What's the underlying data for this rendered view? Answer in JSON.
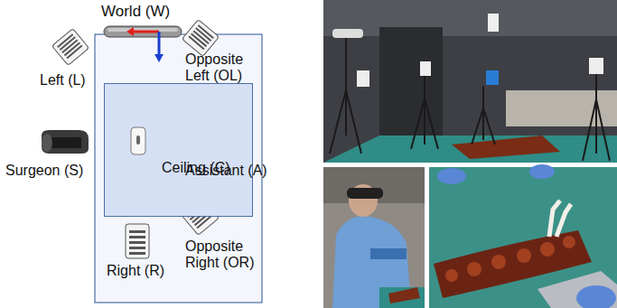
{
  "diagram": {
    "nodes": [
      {
        "text": [
          "Ceiling (C)"
        ]
      }
    ],
    "labels": [
      "World (W)",
      "Left (L)",
      "Opposite Left (OL)",
      "Surgeon (S)",
      "Assistant (A)",
      "Right (R)",
      "Opposite Right (OR)"
    ]
  }
}
